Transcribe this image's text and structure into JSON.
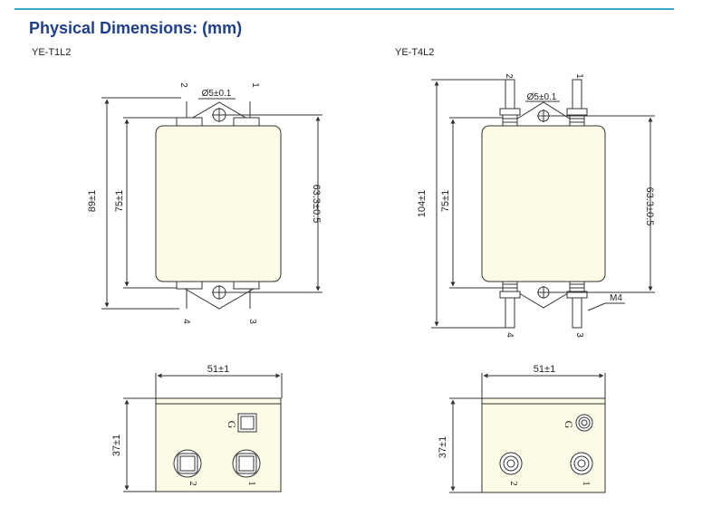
{
  "title": "Physical Dimensions: (mm)",
  "models": {
    "t1": {
      "name": "YE-T1L2",
      "dims": {
        "height_total": "89±1",
        "height_body": "75±1",
        "mount_spacing": "63.3±0.5",
        "hole": "Ø5±0.1",
        "width": "51±1",
        "depth": "37±1"
      },
      "pins": {
        "p1": "1",
        "p2": "2",
        "p3": "3",
        "p4": "4"
      },
      "face": {
        "ground": "G",
        "t1": "1",
        "t2": "2"
      }
    },
    "t4": {
      "name": "YE-T4L2",
      "dims": {
        "height_total": "104±1",
        "height_body": "75±1",
        "mount_spacing": "63.3±0.5",
        "hole": "Ø5±0.1",
        "width": "51±1",
        "depth": "37±1",
        "thread": "M4"
      },
      "pins": {
        "p1": "1",
        "p2": "2",
        "p3": "3",
        "p4": "4"
      },
      "face": {
        "ground": "G",
        "t1": "1",
        "t2": "2"
      }
    }
  },
  "colors": {
    "title": "#1e3f8c",
    "rule": "#3aa8c9",
    "body_fill": "#fdfbe6",
    "line": "#333333"
  }
}
